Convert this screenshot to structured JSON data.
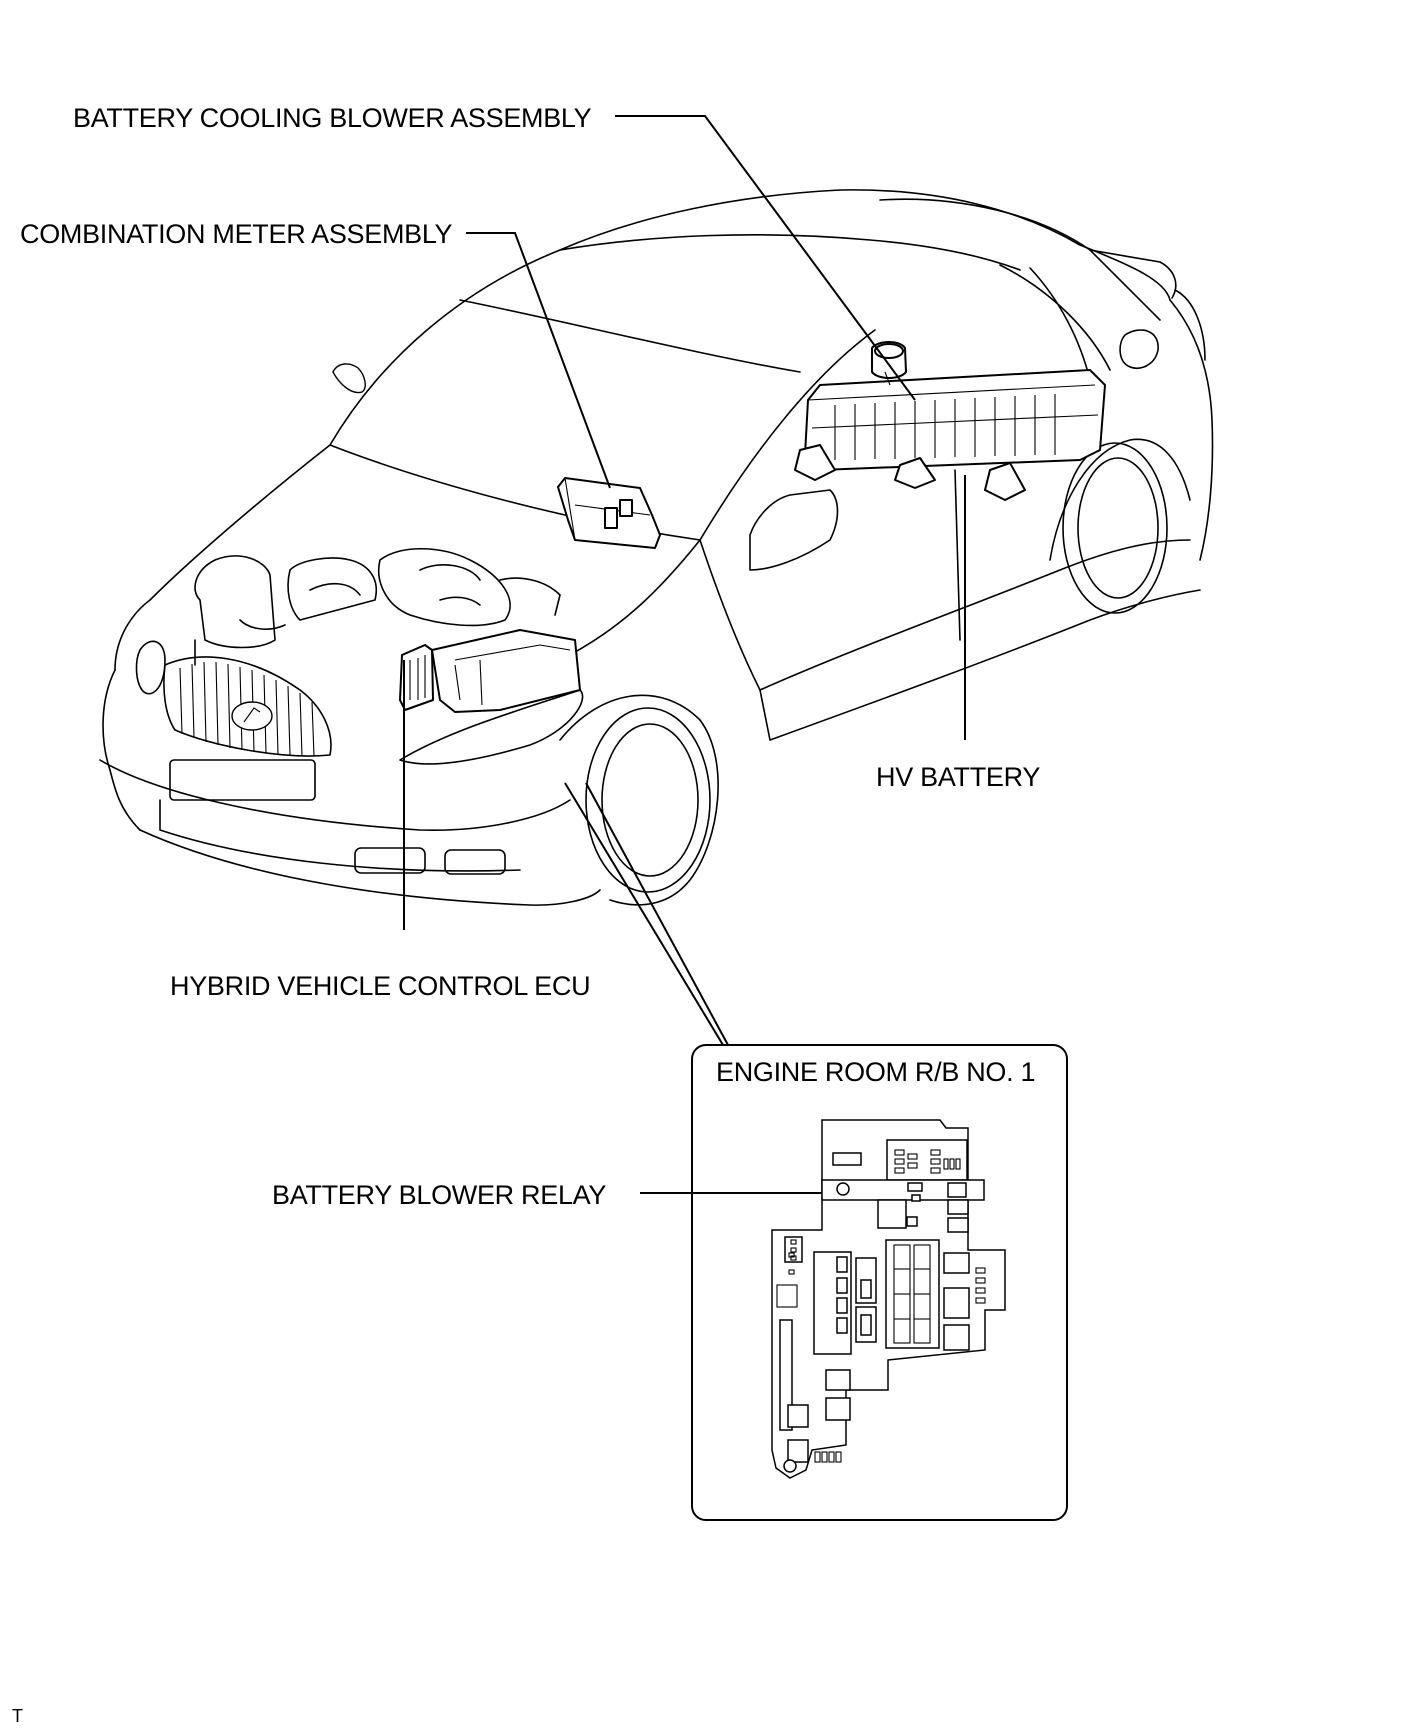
{
  "diagram": {
    "labels": {
      "battery_cooling_blower": "BATTERY COOLING BLOWER ASSEMBLY",
      "combination_meter": "COMBINATION METER ASSEMBLY",
      "hv_battery": "HV BATTERY",
      "hybrid_vehicle_control_ecu": "HYBRID VEHICLE CONTROL ECU",
      "engine_room_rb": "ENGINE ROOM R/B NO. 1",
      "battery_blower_relay": "BATTERY BLOWER RELAY"
    },
    "corner_code": "T"
  }
}
